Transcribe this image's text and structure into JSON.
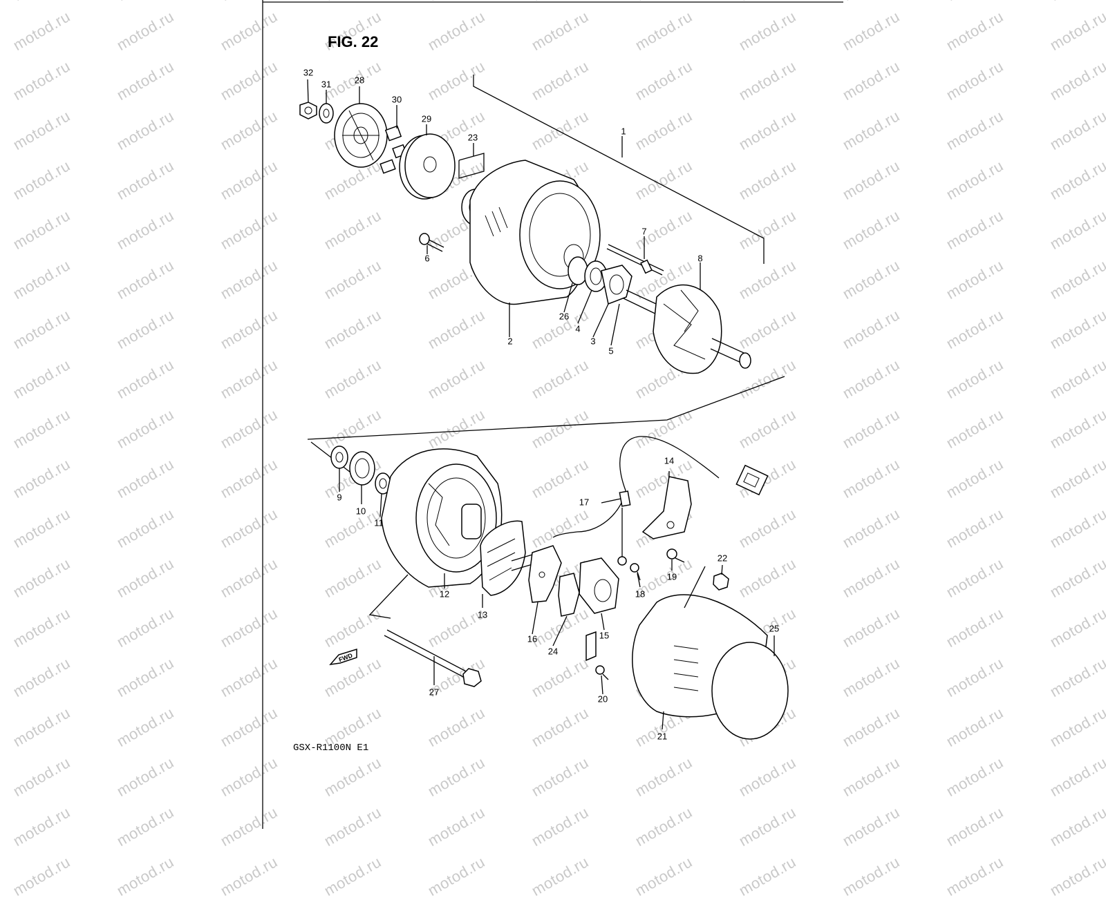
{
  "figure": {
    "title": "FIG. 22",
    "model": "GSX-R1100N E1"
  },
  "watermark": {
    "text": "motod.ru",
    "color": "#c9c9c9"
  },
  "fwd_marker": {
    "label": "FWD",
    "icon": "fwd-arrow-icon"
  },
  "callouts": [
    {
      "id": "1",
      "name": "callout-1"
    },
    {
      "id": "2",
      "name": "callout-2"
    },
    {
      "id": "3",
      "name": "callout-3"
    },
    {
      "id": "4",
      "name": "callout-4"
    },
    {
      "id": "5",
      "name": "callout-5"
    },
    {
      "id": "6",
      "name": "callout-6"
    },
    {
      "id": "7",
      "name": "callout-7"
    },
    {
      "id": "8",
      "name": "callout-8"
    },
    {
      "id": "9",
      "name": "callout-9"
    },
    {
      "id": "10",
      "name": "callout-10"
    },
    {
      "id": "11",
      "name": "callout-11"
    },
    {
      "id": "12",
      "name": "callout-12"
    },
    {
      "id": "13",
      "name": "callout-13"
    },
    {
      "id": "14",
      "name": "callout-14"
    },
    {
      "id": "15",
      "name": "callout-15"
    },
    {
      "id": "16",
      "name": "callout-16"
    },
    {
      "id": "17",
      "name": "callout-17"
    },
    {
      "id": "18",
      "name": "callout-18"
    },
    {
      "id": "19",
      "name": "callout-19"
    },
    {
      "id": "20",
      "name": "callout-20"
    },
    {
      "id": "21",
      "name": "callout-21"
    },
    {
      "id": "22",
      "name": "callout-22"
    },
    {
      "id": "23",
      "name": "callout-23"
    },
    {
      "id": "24",
      "name": "callout-24"
    },
    {
      "id": "25",
      "name": "callout-25"
    },
    {
      "id": "26",
      "name": "callout-26"
    },
    {
      "id": "27",
      "name": "callout-27"
    },
    {
      "id": "28",
      "name": "callout-28"
    },
    {
      "id": "29",
      "name": "callout-29"
    },
    {
      "id": "30",
      "name": "callout-30"
    },
    {
      "id": "31",
      "name": "callout-31"
    },
    {
      "id": "32",
      "name": "callout-32"
    }
  ]
}
